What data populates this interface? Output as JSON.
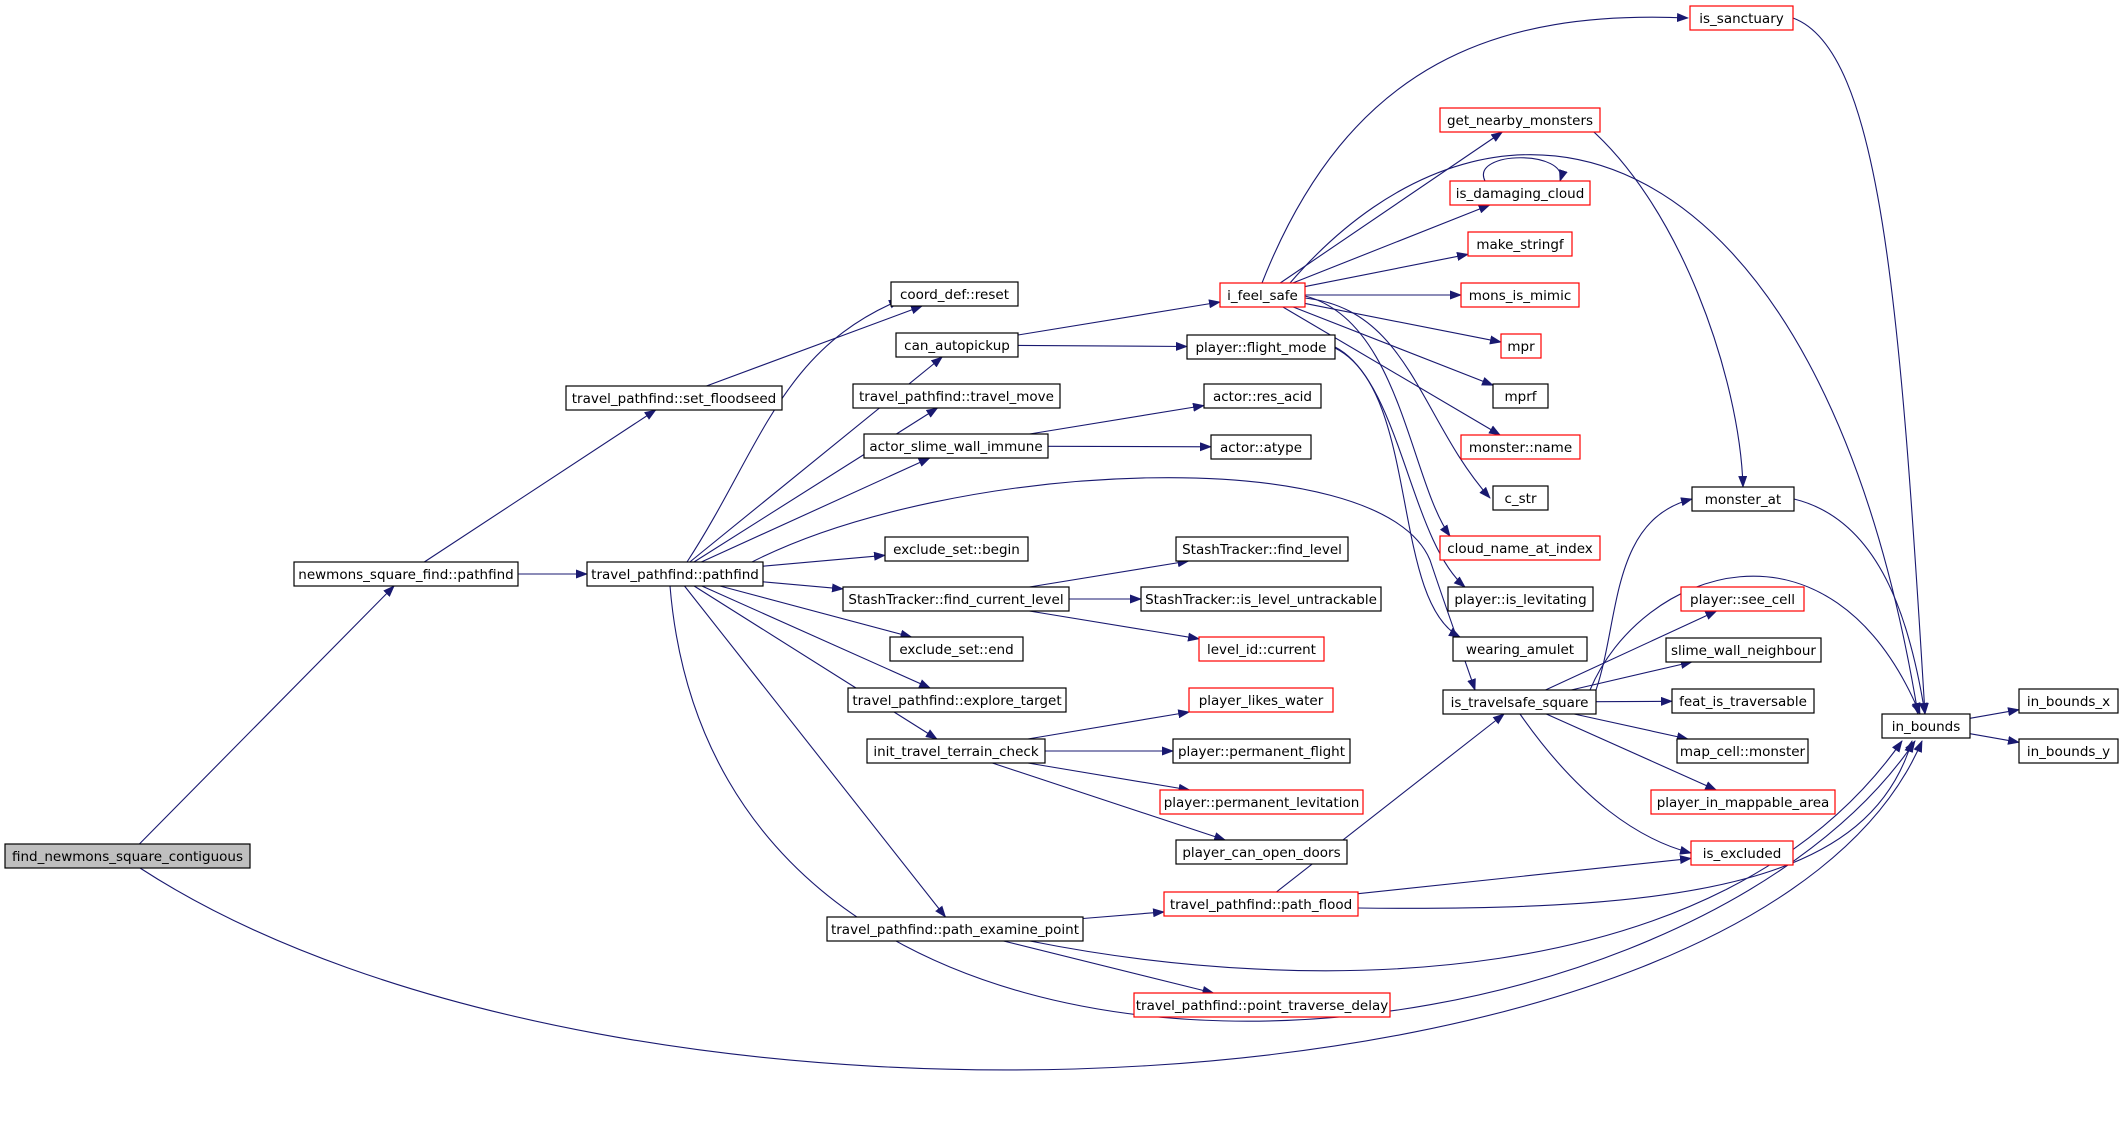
{
  "colors": {
    "edge": "#191970",
    "border_normal": "#000000",
    "border_truncated": "#ff0000",
    "root_fill": "#bfbfbf",
    "node_fill": "#ffffff"
  },
  "nodes": [
    {
      "id": "root",
      "label": "find_newmons_square_contiguous",
      "type": "root"
    },
    {
      "id": "nsf_pathfind",
      "label": "newmons_square_find::pathfind",
      "type": "normal"
    },
    {
      "id": "tp_set_floodseed",
      "label": "travel_pathfind::set_floodseed",
      "type": "normal"
    },
    {
      "id": "tp_pathfind",
      "label": "travel_pathfind::pathfind",
      "type": "normal"
    },
    {
      "id": "coord_reset",
      "label": "coord_def::reset",
      "type": "normal"
    },
    {
      "id": "can_autopickup",
      "label": "can_autopickup",
      "type": "normal"
    },
    {
      "id": "tp_travel_move",
      "label": "travel_pathfind::travel_move",
      "type": "normal"
    },
    {
      "id": "actor_slime_wall_immune",
      "label": "actor_slime_wall_immune",
      "type": "normal"
    },
    {
      "id": "exclude_begin",
      "label": "exclude_set::begin",
      "type": "normal"
    },
    {
      "id": "st_find_current_level",
      "label": "StashTracker::find_current_level",
      "type": "normal"
    },
    {
      "id": "exclude_end",
      "label": "exclude_set::end",
      "type": "normal"
    },
    {
      "id": "tp_explore_target",
      "label": "travel_pathfind::explore_target",
      "type": "normal"
    },
    {
      "id": "init_travel_terrain_check",
      "label": "init_travel_terrain_check",
      "type": "normal"
    },
    {
      "id": "tp_path_examine_point",
      "label": "travel_pathfind::path_examine_point",
      "type": "normal"
    },
    {
      "id": "i_feel_safe",
      "label": "i_feel_safe",
      "type": "truncated"
    },
    {
      "id": "player_flight_mode",
      "label": "player::flight_mode",
      "type": "normal"
    },
    {
      "id": "actor_res_acid",
      "label": "actor::res_acid",
      "type": "normal"
    },
    {
      "id": "actor_atype",
      "label": "actor::atype",
      "type": "normal"
    },
    {
      "id": "st_find_level",
      "label": "StashTracker::find_level",
      "type": "normal"
    },
    {
      "id": "st_is_level_untrackable",
      "label": "StashTracker::is_level_untrackable",
      "type": "normal"
    },
    {
      "id": "level_id_current",
      "label": "level_id::current",
      "type": "truncated"
    },
    {
      "id": "player_likes_water",
      "label": "player_likes_water",
      "type": "truncated"
    },
    {
      "id": "player_permanent_flight",
      "label": "player::permanent_flight",
      "type": "normal"
    },
    {
      "id": "player_permanent_levitation",
      "label": "player::permanent_levitation",
      "type": "truncated"
    },
    {
      "id": "player_can_open_doors",
      "label": "player_can_open_doors",
      "type": "normal"
    },
    {
      "id": "tp_path_flood",
      "label": "travel_pathfind::path_flood",
      "type": "truncated"
    },
    {
      "id": "tp_point_traverse_delay",
      "label": "travel_pathfind::point_traverse_delay",
      "type": "truncated"
    },
    {
      "id": "is_sanctuary",
      "label": "is_sanctuary",
      "type": "truncated"
    },
    {
      "id": "get_nearby_monsters",
      "label": "get_nearby_monsters",
      "type": "truncated"
    },
    {
      "id": "is_damaging_cloud",
      "label": "is_damaging_cloud",
      "type": "truncated"
    },
    {
      "id": "make_stringf",
      "label": "make_stringf",
      "type": "truncated"
    },
    {
      "id": "mons_is_mimic",
      "label": "mons_is_mimic",
      "type": "truncated"
    },
    {
      "id": "mpr",
      "label": "mpr",
      "type": "truncated"
    },
    {
      "id": "mprf",
      "label": "mprf",
      "type": "normal"
    },
    {
      "id": "monster_name",
      "label": "monster::name",
      "type": "truncated"
    },
    {
      "id": "c_str",
      "label": "c_str",
      "type": "normal"
    },
    {
      "id": "cloud_name_at_index",
      "label": "cloud_name_at_index",
      "type": "truncated"
    },
    {
      "id": "player_is_levitating",
      "label": "player::is_levitating",
      "type": "normal"
    },
    {
      "id": "wearing_amulet",
      "label": "wearing_amulet",
      "type": "normal"
    },
    {
      "id": "is_travelsafe_square",
      "label": "is_travelsafe_square",
      "type": "normal"
    },
    {
      "id": "monster_at",
      "label": "monster_at",
      "type": "normal"
    },
    {
      "id": "player_see_cell",
      "label": "player::see_cell",
      "type": "truncated"
    },
    {
      "id": "slime_wall_neighbour",
      "label": "slime_wall_neighbour",
      "type": "normal"
    },
    {
      "id": "feat_is_traversable",
      "label": "feat_is_traversable",
      "type": "normal"
    },
    {
      "id": "map_cell_monster",
      "label": "map_cell::monster",
      "type": "normal"
    },
    {
      "id": "player_in_mappable_area",
      "label": "player_in_mappable_area",
      "type": "truncated"
    },
    {
      "id": "is_excluded",
      "label": "is_excluded",
      "type": "truncated"
    },
    {
      "id": "in_bounds",
      "label": "in_bounds",
      "type": "normal"
    },
    {
      "id": "in_bounds_x",
      "label": "in_bounds_x",
      "type": "normal"
    },
    {
      "id": "in_bounds_y",
      "label": "in_bounds_y",
      "type": "normal"
    }
  ],
  "edges": [
    [
      "root",
      "nsf_pathfind"
    ],
    [
      "root",
      "in_bounds"
    ],
    [
      "nsf_pathfind",
      "tp_set_floodseed"
    ],
    [
      "nsf_pathfind",
      "tp_pathfind"
    ],
    [
      "tp_set_floodseed",
      "coord_reset"
    ],
    [
      "tp_pathfind",
      "coord_reset"
    ],
    [
      "tp_pathfind",
      "can_autopickup"
    ],
    [
      "tp_pathfind",
      "tp_travel_move"
    ],
    [
      "tp_pathfind",
      "actor_slime_wall_immune"
    ],
    [
      "tp_pathfind",
      "is_travelsafe_square"
    ],
    [
      "tp_pathfind",
      "exclude_begin"
    ],
    [
      "tp_pathfind",
      "st_find_current_level"
    ],
    [
      "tp_pathfind",
      "exclude_end"
    ],
    [
      "tp_pathfind",
      "tp_explore_target"
    ],
    [
      "tp_pathfind",
      "init_travel_terrain_check"
    ],
    [
      "tp_pathfind",
      "tp_path_examine_point"
    ],
    [
      "tp_pathfind",
      "in_bounds"
    ],
    [
      "can_autopickup",
      "i_feel_safe"
    ],
    [
      "can_autopickup",
      "player_flight_mode"
    ],
    [
      "actor_slime_wall_immune",
      "actor_res_acid"
    ],
    [
      "actor_slime_wall_immune",
      "actor_atype"
    ],
    [
      "st_find_current_level",
      "st_find_level"
    ],
    [
      "st_find_current_level",
      "st_is_level_untrackable"
    ],
    [
      "st_find_current_level",
      "level_id_current"
    ],
    [
      "init_travel_terrain_check",
      "player_likes_water"
    ],
    [
      "init_travel_terrain_check",
      "player_permanent_flight"
    ],
    [
      "init_travel_terrain_check",
      "player_permanent_levitation"
    ],
    [
      "init_travel_terrain_check",
      "player_can_open_doors"
    ],
    [
      "tp_path_examine_point",
      "tp_path_flood"
    ],
    [
      "tp_path_examine_point",
      "tp_point_traverse_delay"
    ],
    [
      "tp_path_examine_point",
      "in_bounds"
    ],
    [
      "tp_path_flood",
      "is_travelsafe_square"
    ],
    [
      "tp_path_flood",
      "is_excluded"
    ],
    [
      "tp_path_flood",
      "in_bounds"
    ],
    [
      "i_feel_safe",
      "is_sanctuary"
    ],
    [
      "i_feel_safe",
      "get_nearby_monsters"
    ],
    [
      "i_feel_safe",
      "is_damaging_cloud"
    ],
    [
      "i_feel_safe",
      "make_stringf"
    ],
    [
      "i_feel_safe",
      "mons_is_mimic"
    ],
    [
      "i_feel_safe",
      "mpr"
    ],
    [
      "i_feel_safe",
      "mprf"
    ],
    [
      "i_feel_safe",
      "monster_name"
    ],
    [
      "i_feel_safe",
      "c_str"
    ],
    [
      "i_feel_safe",
      "cloud_name_at_index"
    ],
    [
      "i_feel_safe",
      "in_bounds"
    ],
    [
      "player_flight_mode",
      "player_is_levitating"
    ],
    [
      "player_flight_mode",
      "wearing_amulet"
    ],
    [
      "is_damaging_cloud",
      "is_damaging_cloud"
    ],
    [
      "is_sanctuary",
      "in_bounds"
    ],
    [
      "get_nearby_monsters",
      "monster_at"
    ],
    [
      "is_travelsafe_square",
      "monster_at"
    ],
    [
      "is_travelsafe_square",
      "player_see_cell"
    ],
    [
      "is_travelsafe_square",
      "slime_wall_neighbour"
    ],
    [
      "is_travelsafe_square",
      "feat_is_traversable"
    ],
    [
      "is_travelsafe_square",
      "map_cell_monster"
    ],
    [
      "is_travelsafe_square",
      "player_in_mappable_area"
    ],
    [
      "is_travelsafe_square",
      "is_excluded"
    ],
    [
      "is_travelsafe_square",
      "in_bounds"
    ],
    [
      "monster_at",
      "in_bounds"
    ],
    [
      "in_bounds",
      "in_bounds_x"
    ],
    [
      "in_bounds",
      "in_bounds_y"
    ]
  ]
}
